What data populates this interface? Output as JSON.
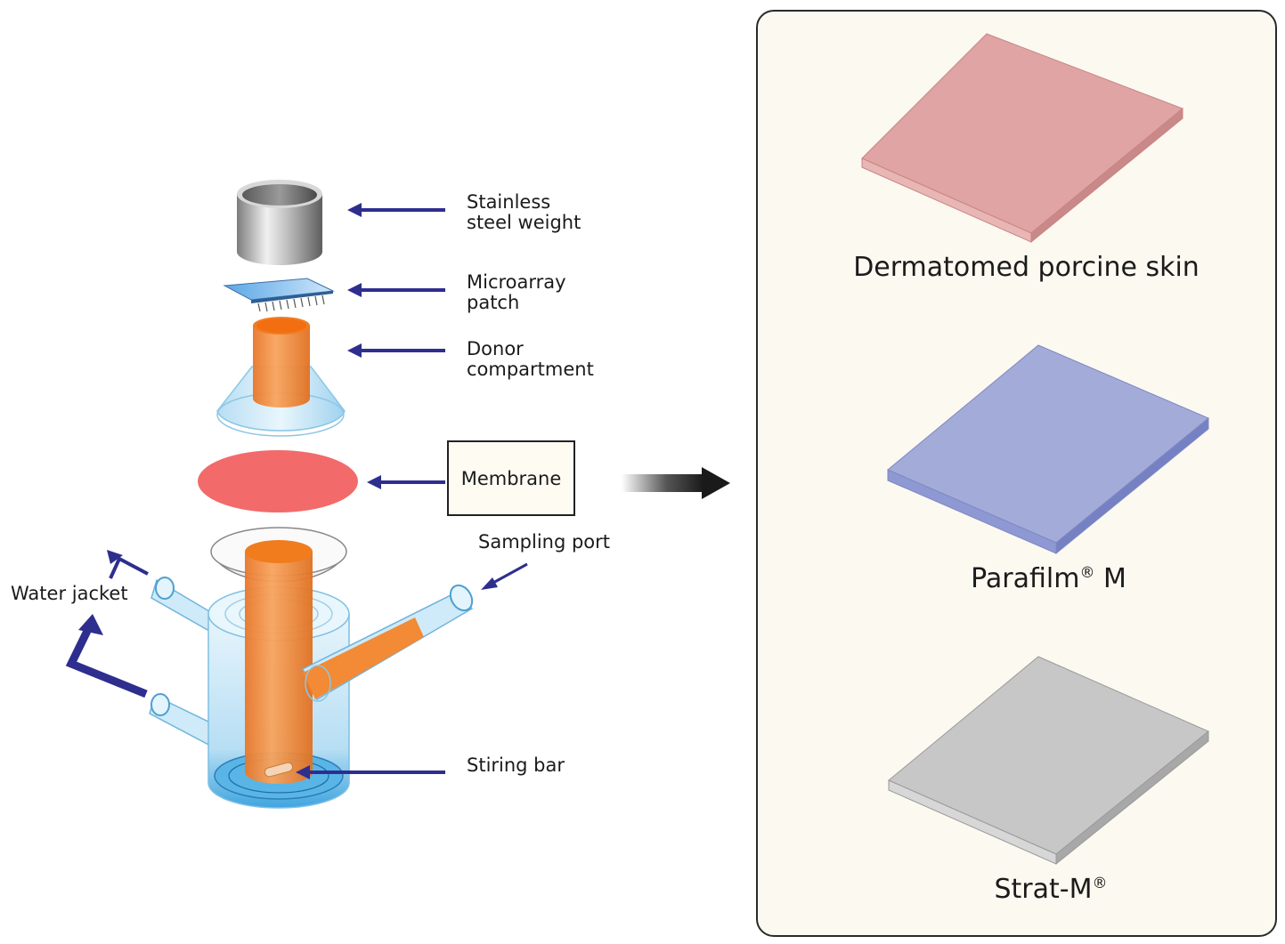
{
  "labels": {
    "steel_weight_l1": "Stainless",
    "steel_weight_l2": "steel weight",
    "patch_l1": "Microarray",
    "patch_l2": "patch",
    "donor_l1": "Donor",
    "donor_l2": "compartment",
    "membrane": "Membrane",
    "sampling_port": "Sampling port",
    "water_jacket": "Water jacket",
    "stirring_bar": "Stiring bar"
  },
  "membranes": [
    {
      "name": "Dermatomed porcine skin",
      "sup": "",
      "color": "#dfa4a3"
    },
    {
      "name": "Parafilm",
      "sup": "®",
      "suffix": " M",
      "color": "#a3acd8"
    },
    {
      "name": "Strat-M",
      "sup": "®",
      "suffix": "",
      "color": "#c7c7c7"
    }
  ],
  "colors": {
    "arrow": "#2e2e8f",
    "orange": "#f28a36",
    "membrane_disc": "#f26a6a",
    "glass": "#bfe3f5"
  }
}
